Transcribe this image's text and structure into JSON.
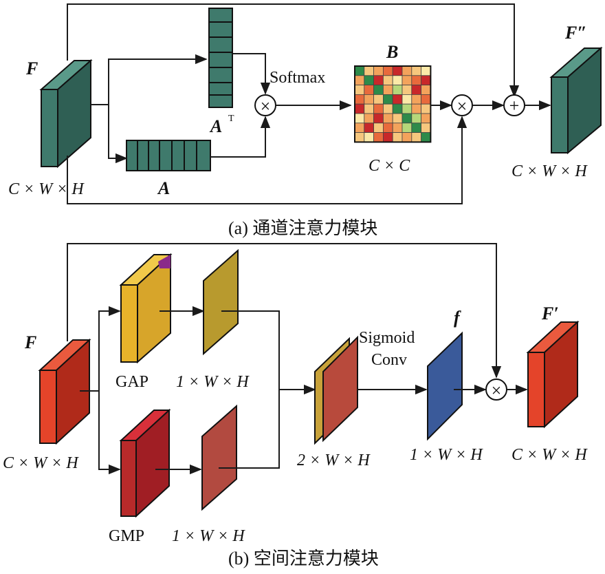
{
  "colors": {
    "teal_front": "#3f7a6c",
    "teal_side": "#2f5f54",
    "teal_top": "#5a9a89",
    "red_front": "#d83a22",
    "red_side": "#b02a1a",
    "yellow_front": "#e8b32a",
    "olive": "#b89a2e",
    "crimson": "#b82a2a",
    "brownred": "#b24a40",
    "blue": "#3a5a9a"
  },
  "part_a": {
    "caption": "(a) 通道注意力模块",
    "input_label": "F",
    "input_dim": "C × W × H",
    "a_label": "A",
    "at_label": "A",
    "at_sup": "T",
    "softmax_label": "Softmax",
    "b_label": "B",
    "b_dim": "C × C",
    "output_label": "F″",
    "output_dim": "C × W × H",
    "multiply_symbol": "×",
    "add_symbol": "+"
  },
  "part_b": {
    "caption": "(b) 空间注意力模块",
    "input_label": "F",
    "input_dim": "C × W × H",
    "gap_label": "GAP",
    "gap_dim": "1 × W × H",
    "gmp_label": "GMP",
    "gmp_dim": "1 × W × H",
    "concat_dim": "2 × W × H",
    "sigmoid_label": "Sigmoid",
    "conv_label": "Conv",
    "f_label": "f",
    "f_dim": "1 × W × H",
    "output_label": "F′",
    "output_dim": "C × W × H",
    "multiply_symbol": "×"
  }
}
